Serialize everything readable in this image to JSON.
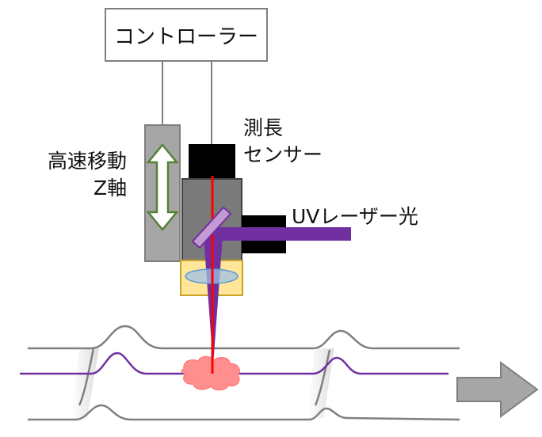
{
  "labels": {
    "controller": "コントローラー",
    "z_axis_line1": "高速移動",
    "z_axis_line2": "Z軸",
    "sensor_line1": "測長",
    "sensor_line2": "センサー",
    "uv_laser": "UVレーザー光"
  },
  "colors": {
    "outline_gray": "#7f7f7f",
    "stage_gray": "#a6a6a6",
    "head_gray": "#7a7a7a",
    "black": "#000000",
    "red_beam": "#ff0000",
    "uv_purple": "#7030a0",
    "lens_yellow": "#ffe699",
    "lens_border": "#c9a227",
    "lens_blue": "#9dc3e6",
    "arrow_green": "#548235",
    "spot_pink": "#ff8f8f",
    "feed_arrow": "#a6a6a6"
  },
  "icons": {
    "z_axis_arrow": "double-headed-vertical-arrow",
    "feed_arrow": "right-arrow"
  }
}
